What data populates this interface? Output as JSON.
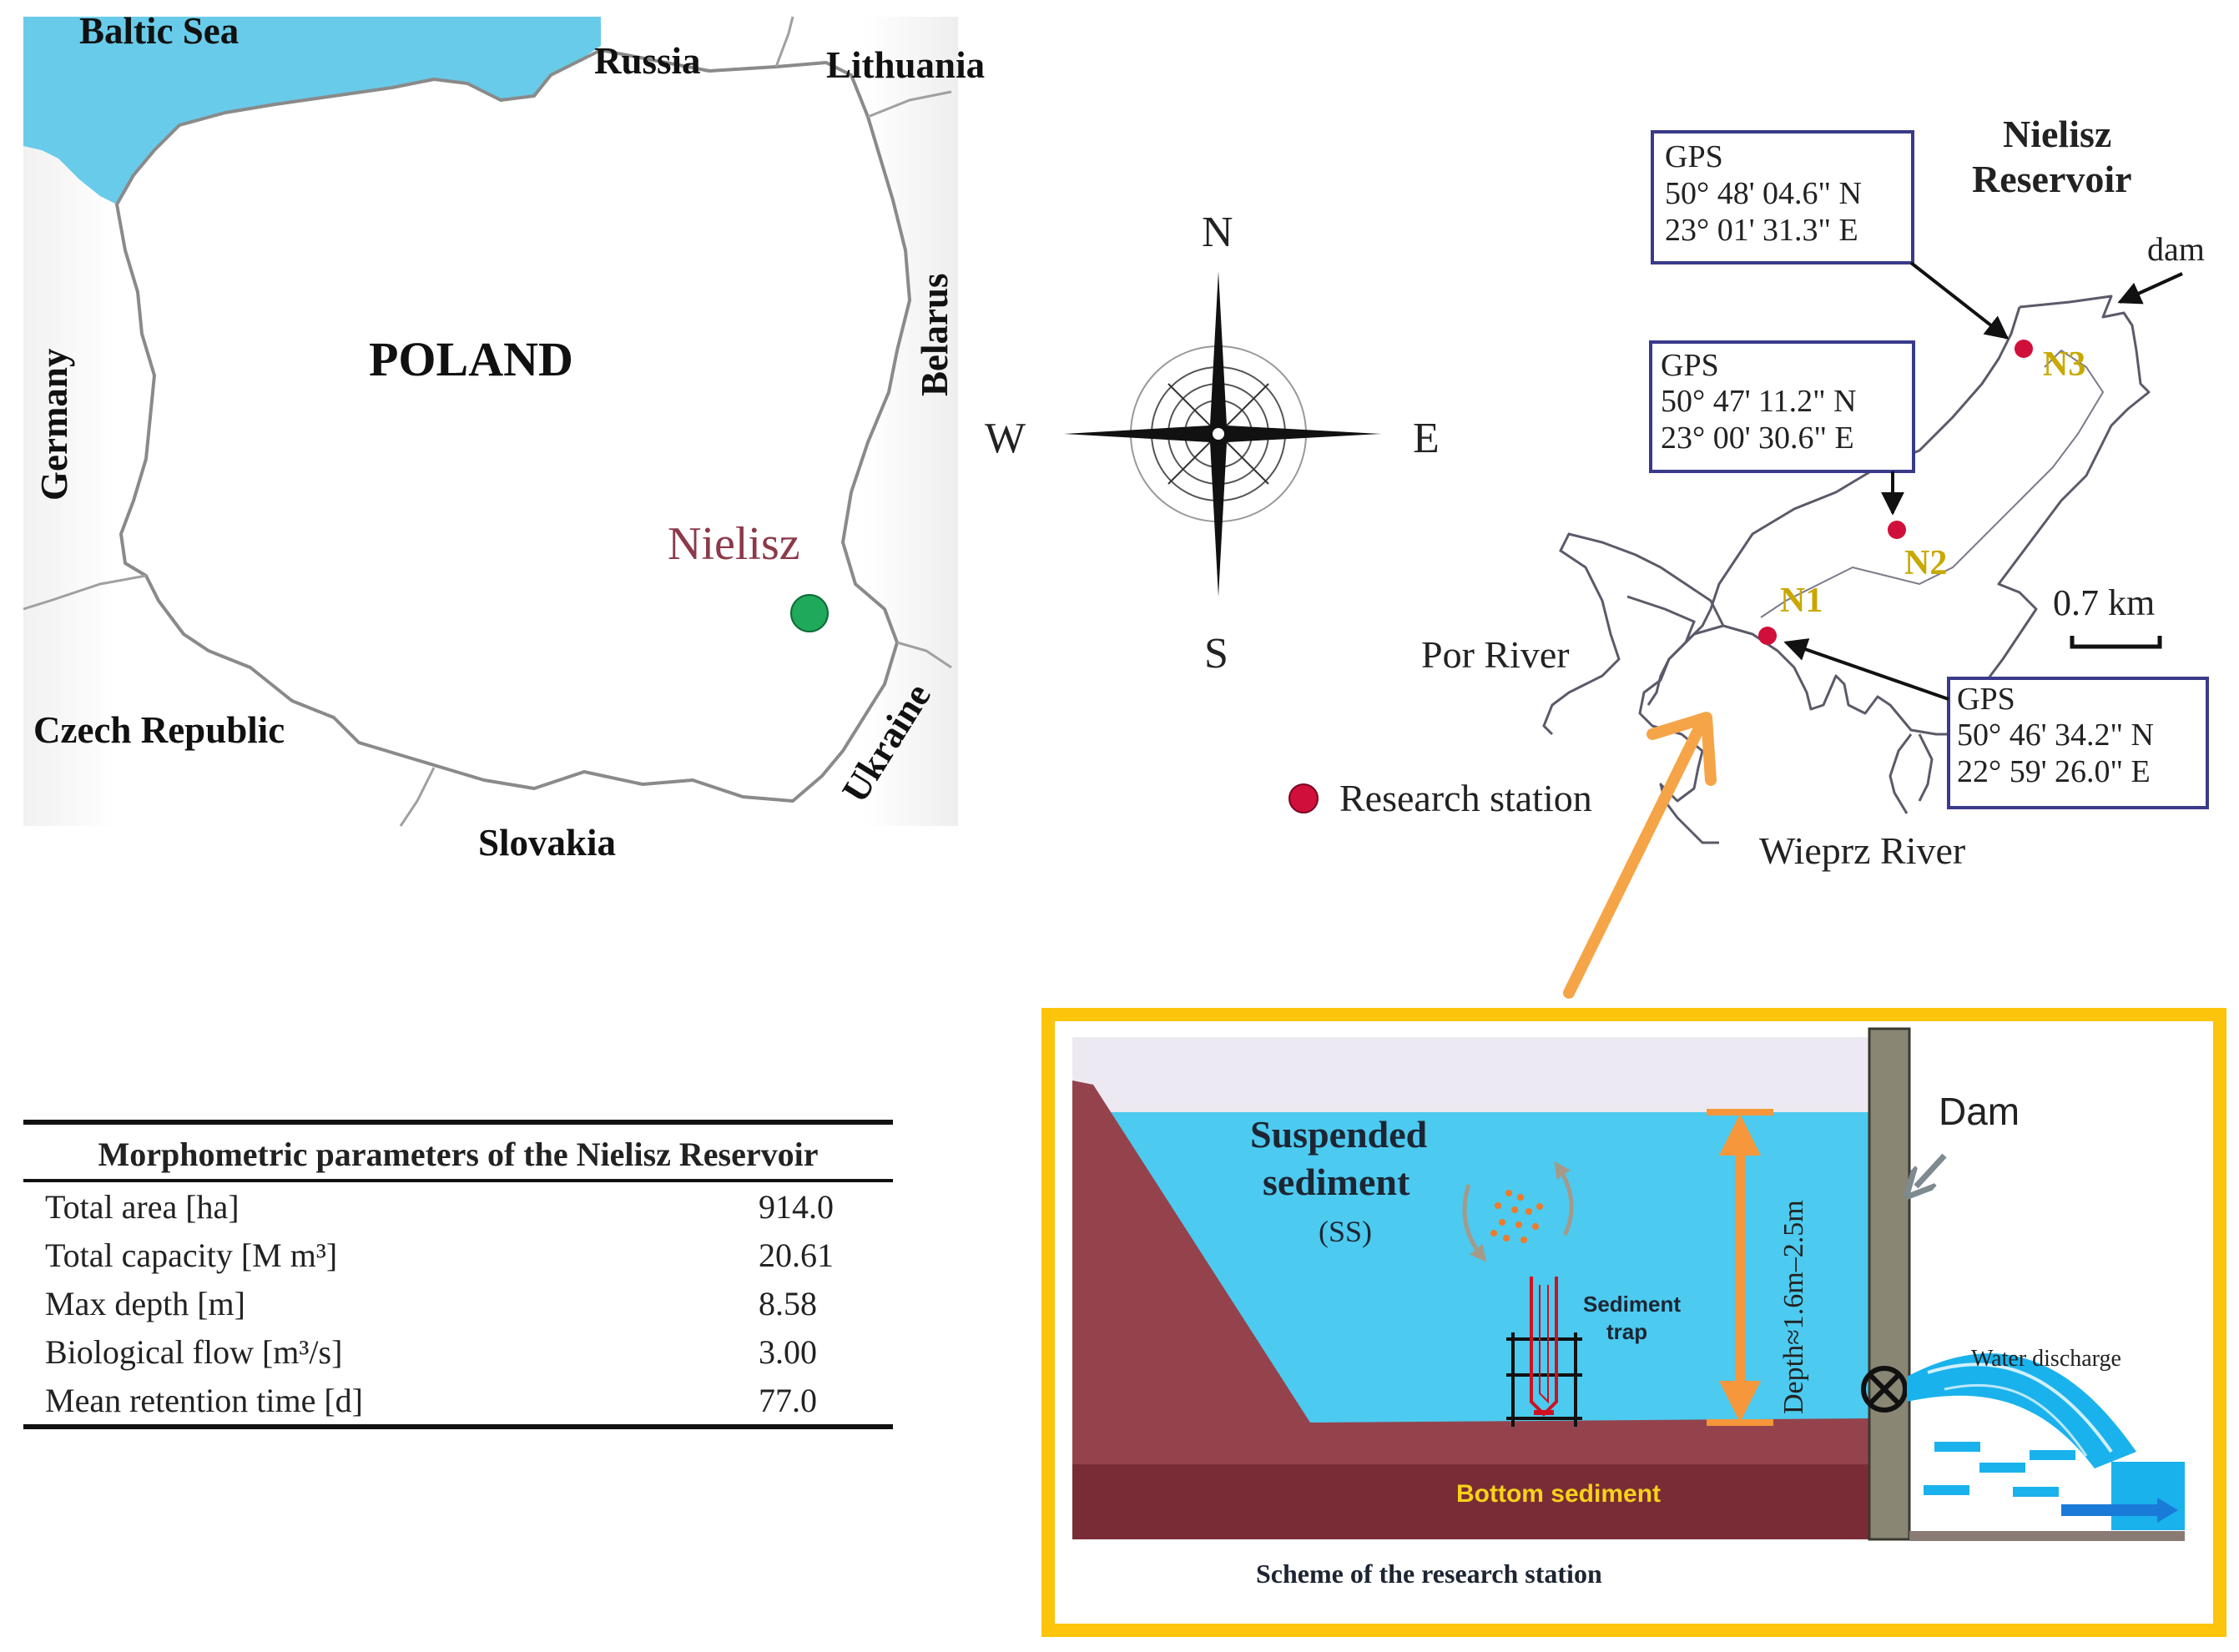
{
  "poland_map": {
    "labels": {
      "baltic_sea": "Baltic Sea",
      "russia": "Russia",
      "lithuania": "Lithuania",
      "belarus": "Belarus",
      "germany": "Germany",
      "poland": "POLAND",
      "czech_republic": "Czech Republic",
      "slovakia": "Slovakia",
      "ukraine": "Ukraine",
      "nielisz": "Nielisz"
    },
    "colors": {
      "sea": "#69cbea",
      "land": "#ffffff",
      "border": "#8a8a8a",
      "nielisz_label": "#8b3a4a",
      "nielisz_marker": "#1eaa5a"
    }
  },
  "compass": {
    "n": "N",
    "s": "S",
    "e": "E",
    "w": "W"
  },
  "reservoir_map": {
    "title_line1": "Nielisz",
    "title_line2": "Reservoir",
    "dam_label": "dam",
    "por_river": "Por River",
    "wieprz_river": "Wieprz River",
    "scale_label": "0.7 km",
    "legend_label": "Research station",
    "stations": [
      {
        "id": "N1",
        "gps_label": "GPS",
        "lat": "50° 46' 34.2\" N",
        "lon": "22° 59' 26.0\" E"
      },
      {
        "id": "N2",
        "gps_label": "GPS",
        "lat": "50° 47' 11.2\" N",
        "lon": "23° 00' 30.6\" E"
      },
      {
        "id": "N3",
        "gps_label": "GPS",
        "lat": "50° 48' 04.6\" N",
        "lon": "23° 01' 31.3\" E"
      }
    ],
    "colors": {
      "station_marker": "#d0103a",
      "station_label": "#c8a800",
      "gps_box_border": "#3a3a8a",
      "arrow": "#f5a547"
    }
  },
  "table": {
    "caption": "Morphometric parameters of the Nielisz Reservoir",
    "rows": [
      {
        "name": "Total area [ha]",
        "value": "914.0"
      },
      {
        "name": "Total capacity [M m³]",
        "value": "20.61"
      },
      {
        "name": "Max depth [m]",
        "value": "8.58"
      },
      {
        "name": "Biological flow [m³/s]",
        "value": "3.00"
      },
      {
        "name": "Mean retention time [d]",
        "value": "77.0"
      }
    ]
  },
  "scheme": {
    "dam_label": "Dam",
    "ss_line1": "Suspended",
    "ss_line2": "sediment",
    "ss_abbrev": "(SS)",
    "trap_line1": "Sediment",
    "trap_line2": "trap",
    "depth_label": "Depth≈1.6m–2.5m",
    "water_discharge": "Water discharge",
    "bottom_sediment": "Bottom sediment",
    "caption": "Scheme of the research station",
    "colors": {
      "frame": "#fcc40a",
      "water": "#4ccaef",
      "bank": "#94434c",
      "sediment": "#7a2c36",
      "depth_arrow": "#f5973a",
      "dam": "#8a8674"
    }
  }
}
